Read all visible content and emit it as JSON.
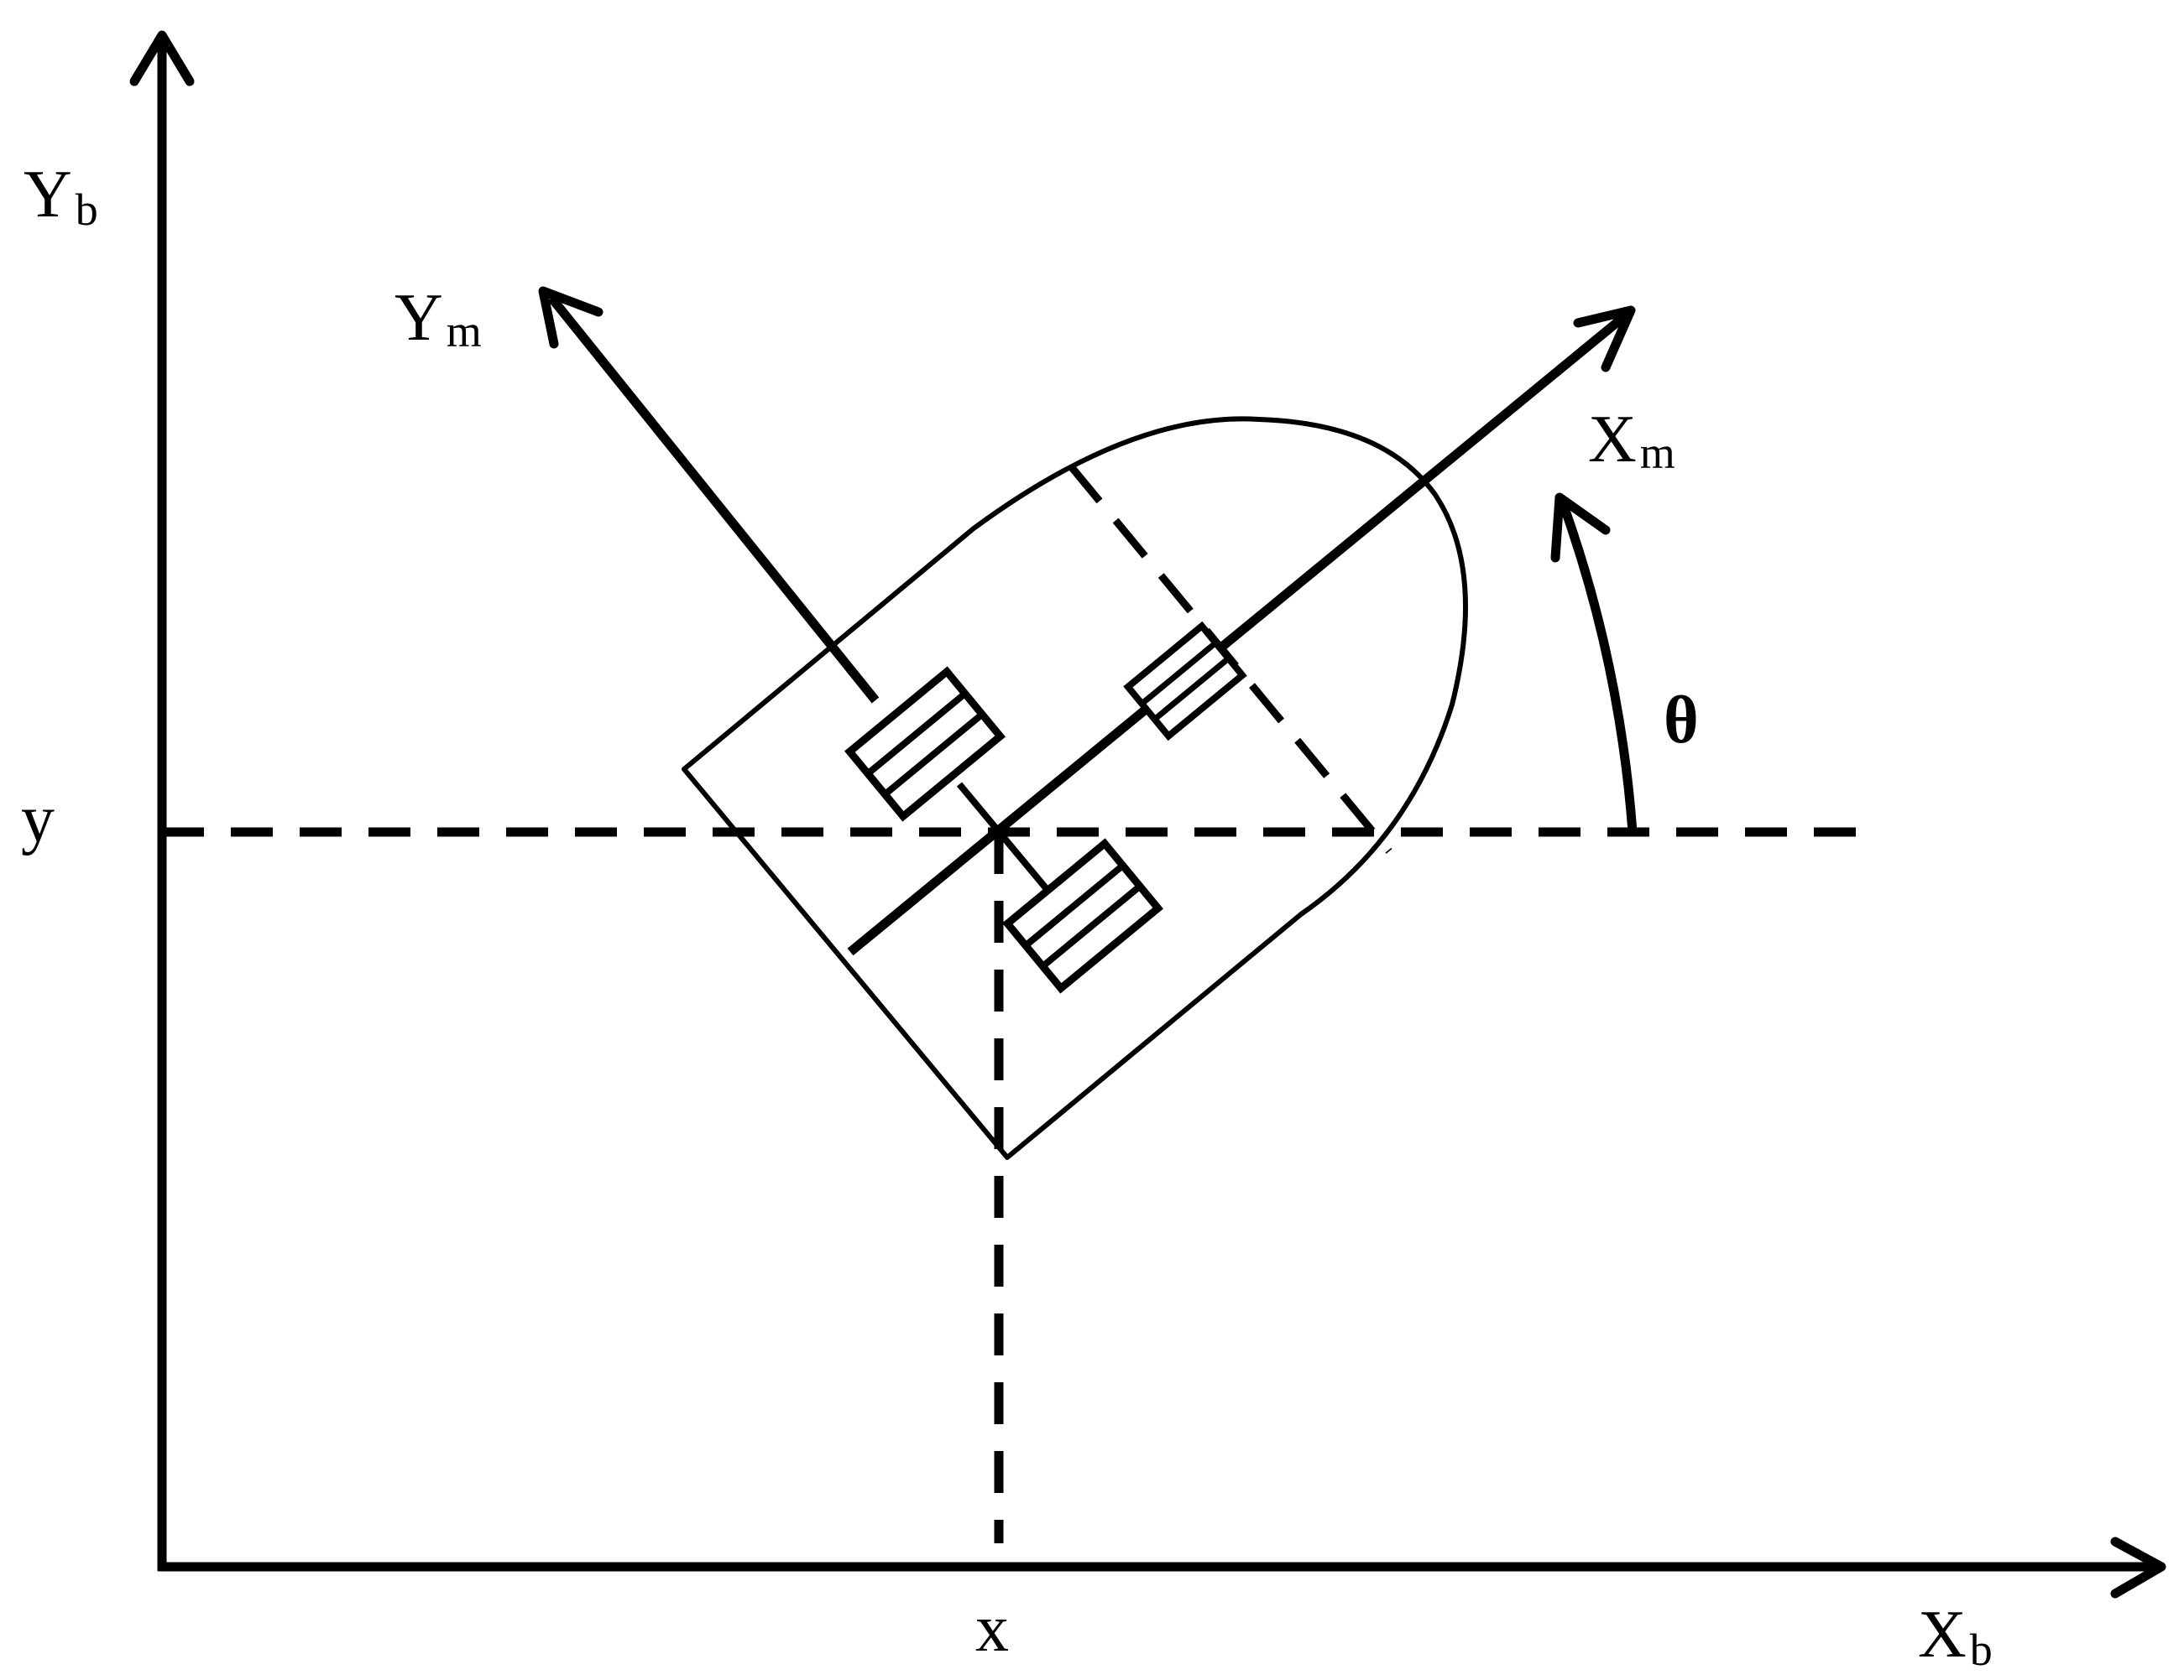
{
  "diagram": {
    "labels": {
      "yb_main": "Y",
      "yb_sub": "b",
      "xb_main": "X",
      "xb_sub": "b",
      "ym_main": "Y",
      "ym_sub": "m",
      "xm_main": "X",
      "xm_sub": "m",
      "theta": "θ",
      "x_coord": "x",
      "y_coord": "y"
    },
    "colors": {
      "stroke": "#000000",
      "background": "#ffffff"
    }
  }
}
